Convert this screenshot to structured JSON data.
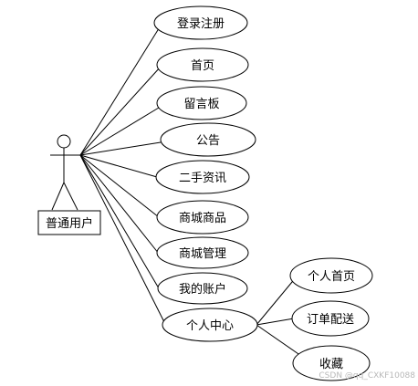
{
  "actor": {
    "label": "普通用户"
  },
  "use_cases": {
    "register": "登录注册",
    "home": "首页",
    "message_board": "留言板",
    "notice": "公告",
    "second_hand": "二手资讯",
    "mall_goods": "商城商品",
    "mall_manage": "商城管理",
    "my_account": "我的账户",
    "personal_center": "个人中心",
    "personal_home": "个人首页",
    "order_delivery": "订单配送",
    "favorites": "收藏"
  },
  "watermark": "CSDN @qq_CXKF10088"
}
